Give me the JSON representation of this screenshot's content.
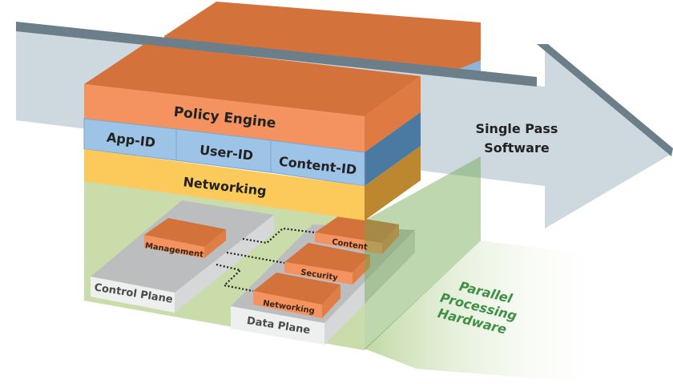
{
  "colors": {
    "arrow_body": "#cdd8df",
    "arrow_edge": "#6b7e89",
    "orange_top": "#d4723c",
    "orange_front": "#f4935f",
    "blue_front": "#9dc3e6",
    "blue_side": "#4a7aa2",
    "yellow_front": "#fcca5a",
    "yellow_side": "#bc872f",
    "green_base": "#c9dcaa",
    "green_side": "#8db46c",
    "plate_gray": "#bcbdbf",
    "plate_front": "#eeefef",
    "hardware_text": "#3f8f47"
  },
  "software": {
    "arrow_label_line1": "Single Pass",
    "arrow_label_line2": "Software",
    "policy_engine": "Policy Engine",
    "app_id": "App-ID",
    "user_id": "User-ID",
    "content_id": "Content-ID",
    "networking": "Networking"
  },
  "hardware": {
    "label_line1": "Parallel",
    "label_line2": "Processing",
    "label_line3": "Hardware",
    "control_plane": "Control Plane",
    "management": "Management",
    "data_plane": "Data Plane",
    "content": "Content",
    "security": "Security",
    "networking": "Networking"
  }
}
